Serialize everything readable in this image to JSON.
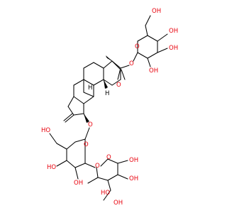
{
  "molecule": {
    "colors": {
      "oxygen": "#e8000b",
      "carbon": "#000000",
      "hydrogen": "#000000"
    },
    "labels": {
      "glucose_top_oh_ch2": "OH",
      "glucose_top_oh_4": "OH",
      "glucose_top_oh_3": "OH",
      "glucose_top_oh_2": "OH",
      "glucose_top_ring_o": "O",
      "glucose_top_link_o": "O",
      "ester_carbonyl_o": "O",
      "ester_h_upper": "H",
      "ester_h_lower": "H",
      "ether_o_13": "O",
      "glucose_bottom_oh_ch2": "HO",
      "glucose_bottom_ring_o": "O",
      "glucose_bottom_oh_4": "HO",
      "glucose_bottom_oh_3": "OH",
      "glucose_bottom_link_o": "O",
      "rhamnose_ring_o": "O",
      "rhamnose_oh_2": "OH",
      "rhamnose_oh_4": "HO",
      "rhamnose_oh_3": "OH",
      "rhamnose_oh_3b": "OH"
    }
  }
}
